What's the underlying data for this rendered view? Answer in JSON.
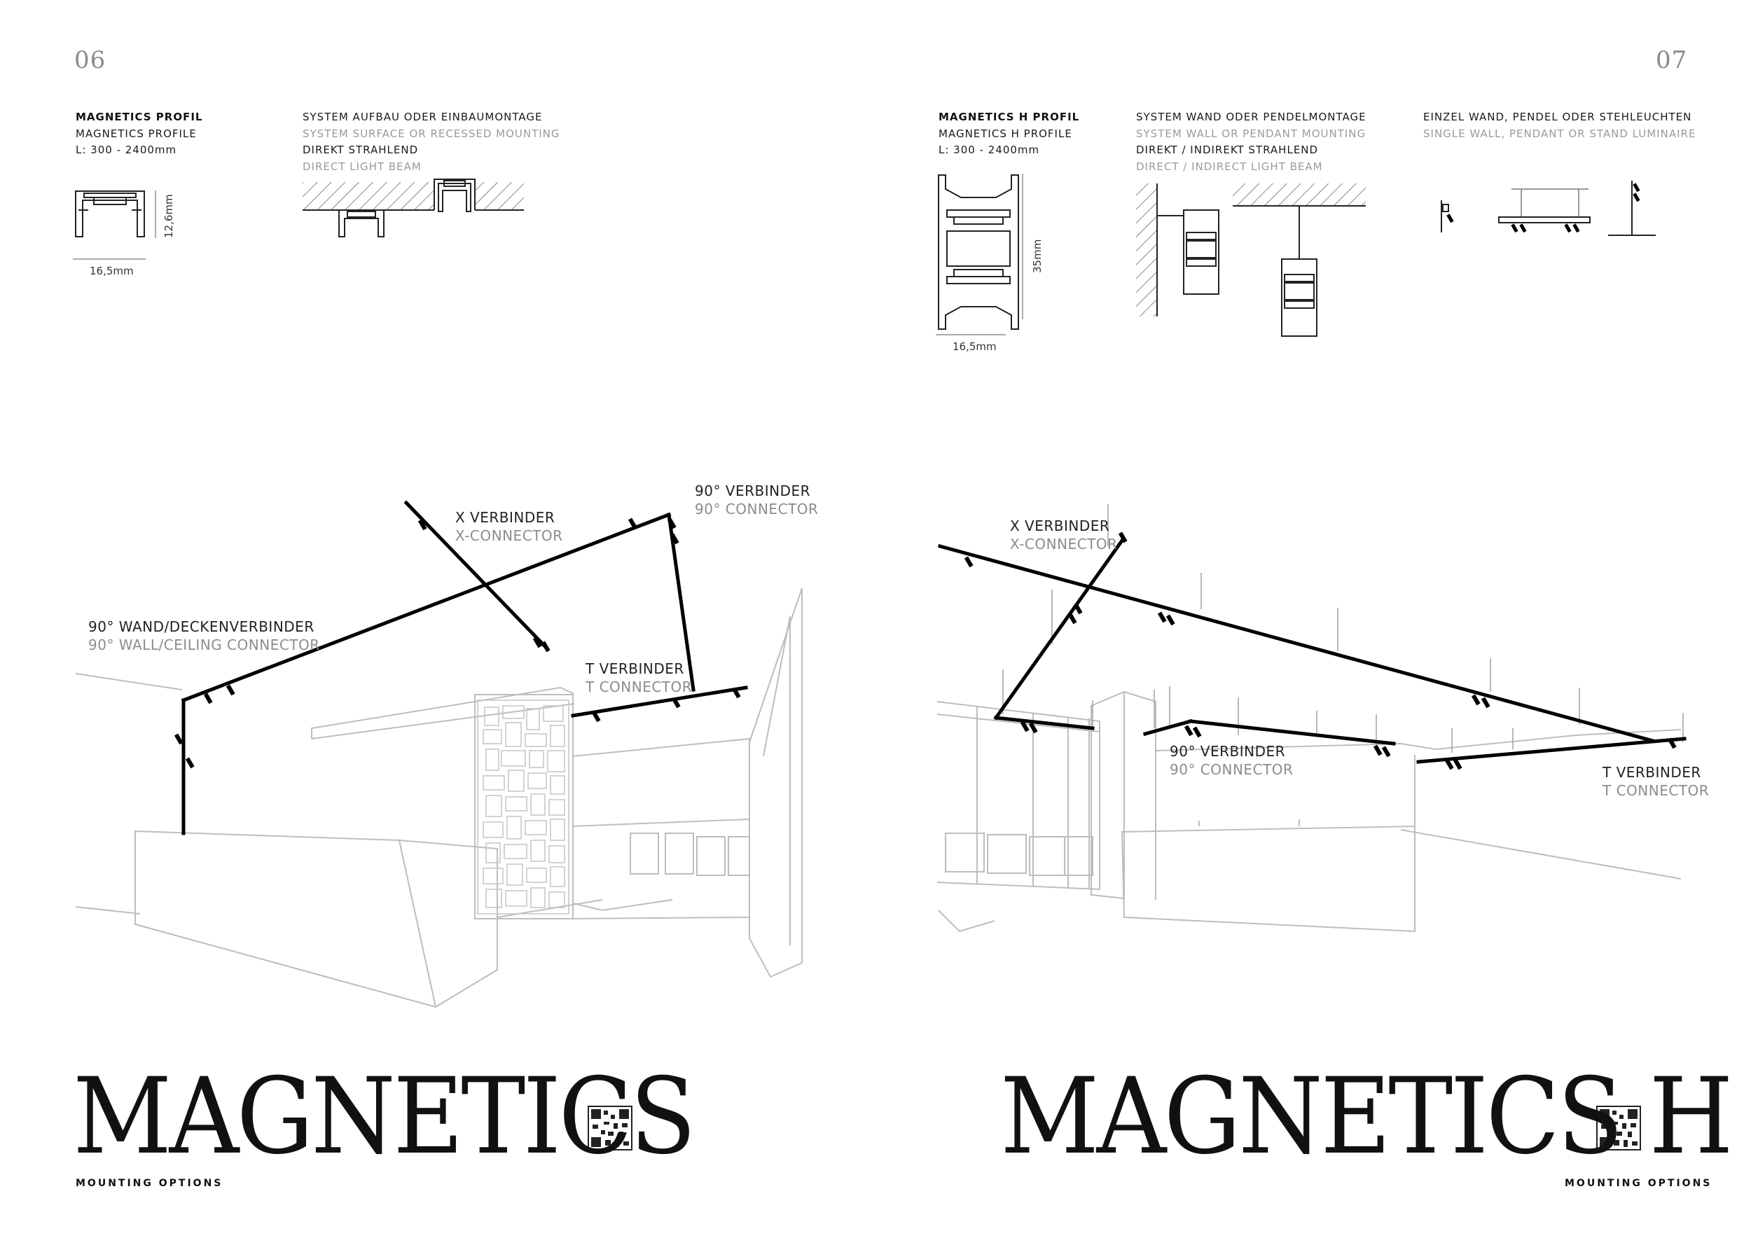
{
  "left": {
    "page_number": "06",
    "profile": {
      "name_de": "MAGNETICS PROFIL",
      "name_en": "MAGNETICS PROFILE",
      "length": "L: 300 - 2400mm",
      "width_dim": "16,5mm",
      "height_dim": "12,6mm"
    },
    "mounting": {
      "line1": "SYSTEM AUFBAU ODER EINBAUMONTAGE",
      "line2": "SYSTEM SURFACE OR RECESSED MOUNTING",
      "line3": "DIREKT STRAHLEND",
      "line4": "DIRECT LIGHT BEAM"
    },
    "callouts": {
      "x_de": "X VERBINDER",
      "x_en": "X-CONNECTOR",
      "c90_de": "90° VERBINDER",
      "c90_en": "90° CONNECTOR",
      "wall_de": "90° WAND/DECKENVERBINDER",
      "wall_en": "90° WALL/CEILING CONNECTOR",
      "t_de": "T VERBINDER",
      "t_en": "T CONNECTOR"
    },
    "title": "MAGNETICS",
    "footer": "MOUNTING OPTIONS"
  },
  "right": {
    "page_number": "07",
    "profile": {
      "name_de": "MAGNETICS H PROFIL",
      "name_en": "MAGNETICS H PROFILE",
      "length": "L: 300 - 2400mm",
      "width_dim": "16,5mm",
      "height_dim": "35mm"
    },
    "mounting": {
      "line1": "SYSTEM WAND ODER PENDELMONTAGE",
      "line2": "SYSTEM WALL OR PENDANT MOUNTING",
      "line3": "DIREKT / INDIREKT STRAHLEND",
      "line4": "DIRECT / INDIRECT LIGHT BEAM"
    },
    "single": {
      "line1": "EINZEL WAND, PENDEL ODER STEHLEUCHTEN",
      "line2": "SINGLE WALL, PENDANT OR STAND LUMINAIRE"
    },
    "callouts": {
      "x_de": "X VERBINDER",
      "x_en": "X-CONNECTOR",
      "c90_de": "90° VERBINDER",
      "c90_en": "90° CONNECTOR",
      "t_de": "T VERBINDER",
      "t_en": "T CONNECTOR"
    },
    "title": "MAGNETICS H",
    "footer": "MOUNTING OPTIONS"
  }
}
